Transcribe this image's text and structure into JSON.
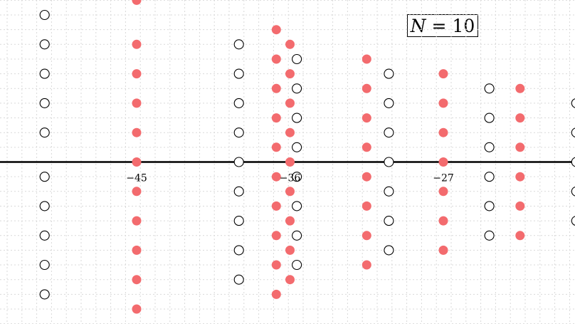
{
  "title": {
    "var": "N",
    "eq": "=",
    "value": "10"
  },
  "axis": {
    "tick_labels": [
      "−45",
      "−36",
      "−27"
    ],
    "ticks_u": [
      -45,
      -36,
      -27
    ]
  },
  "colors": {
    "filled": "#f36b6e",
    "open_stroke": "#000000",
    "axis": "#000000",
    "grid": "#d9d9d9"
  },
  "chart_data": {
    "type": "scatter",
    "description_units": "x in axis units (labelled ticks -45, -36, -27), y in grid rows above/below the axis",
    "columns": [
      {
        "kind": "open",
        "x": -50.4,
        "y": [
          5,
          4,
          3,
          2,
          1,
          -0.5,
          -1.5,
          -2.5,
          -3.5,
          -4.5
        ]
      },
      {
        "kind": "filled",
        "x": -45,
        "y": [
          5.5,
          4.0,
          3.0,
          2.0,
          1.0,
          0,
          -1.0,
          -2.0,
          -3.0,
          -4.0,
          -5.0
        ]
      },
      {
        "kind": "open",
        "x": -39.0,
        "y": [
          4,
          3,
          2,
          1,
          0,
          -1,
          -2,
          -3,
          -4
        ]
      },
      {
        "kind": "filled",
        "x": -36.8,
        "y": [
          4.5,
          3.5,
          2.5,
          1.5,
          0.5,
          -0.5,
          -1.5,
          -2.5,
          -3.5,
          -4.5
        ]
      },
      {
        "kind": "filled",
        "x": -36.0,
        "y": [
          4.0,
          3.0,
          2.0,
          1.0,
          0,
          -1.0,
          -2.0,
          -3.0,
          -4.0
        ]
      },
      {
        "kind": "open",
        "x": -35.6,
        "y": [
          3.5,
          2.5,
          1.5,
          0.5,
          -0.5,
          -1.5,
          -2.5,
          -3.5
        ]
      },
      {
        "kind": "filled",
        "x": -31.5,
        "y": [
          3.5,
          2.5,
          1.5,
          0.5,
          -0.5,
          -1.5,
          -2.5,
          -3.5
        ]
      },
      {
        "kind": "open",
        "x": -30.2,
        "y": [
          3,
          2,
          1,
          0,
          -1,
          -2,
          -3
        ]
      },
      {
        "kind": "filled",
        "x": -27,
        "y": [
          3.0,
          2.0,
          1.0,
          0,
          -1.0,
          -2.0,
          -3.0
        ]
      },
      {
        "kind": "open",
        "x": -24.3,
        "y": [
          2.5,
          1.5,
          0.5,
          -0.5,
          -1.5,
          -2.5
        ]
      },
      {
        "kind": "filled",
        "x": -22.5,
        "y": [
          2.5,
          1.5,
          0.5,
          -0.5,
          -1.5,
          -2.5
        ]
      },
      {
        "kind": "open",
        "x": -19.2,
        "y": [
          2,
          1,
          0,
          -1,
          -2
        ]
      }
    ]
  }
}
